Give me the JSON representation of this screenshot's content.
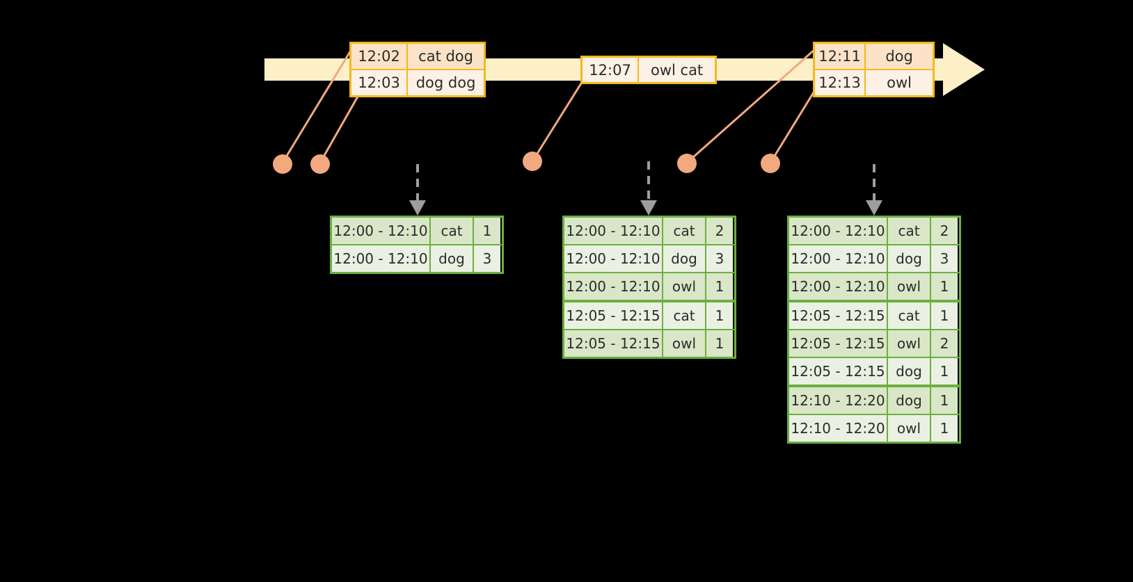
{
  "timeline": {
    "name": "event-stream-timeline",
    "bar_color": "#FDEFC8",
    "border_color": "#F5B81D",
    "events": [
      {
        "group": "group-1",
        "rows": [
          {
            "time": "12:02",
            "words": "cat dog"
          },
          {
            "time": "12:03",
            "words": "dog dog"
          }
        ]
      },
      {
        "group": "group-2",
        "rows": [
          {
            "time": "12:07",
            "words": "owl cat"
          }
        ]
      },
      {
        "group": "group-3",
        "rows": [
          {
            "time": "12:11",
            "words": "dog"
          },
          {
            "time": "12:13",
            "words": "owl"
          }
        ]
      }
    ]
  },
  "markers": {
    "color": "#F2A97E",
    "count": 5
  },
  "results": {
    "accent": "#6BB03F",
    "tables": [
      {
        "name": "result-table-1",
        "rows": [
          {
            "window": "12:00 - 12:10",
            "key": "cat",
            "count": "1",
            "band": "a"
          },
          {
            "window": "12:00 - 12:10",
            "key": "dog",
            "count": "3",
            "band": "b"
          }
        ]
      },
      {
        "name": "result-table-2",
        "rows": [
          {
            "window": "12:00 - 12:10",
            "key": "cat",
            "count": "2",
            "band": "a"
          },
          {
            "window": "12:00 - 12:10",
            "key": "dog",
            "count": "3",
            "band": "b"
          },
          {
            "window": "12:00 - 12:10",
            "key": "owl",
            "count": "1",
            "band": "a",
            "sep": true
          },
          {
            "window": "12:05 - 12:15",
            "key": "cat",
            "count": "1",
            "band": "b"
          },
          {
            "window": "12:05 - 12:15",
            "key": "owl",
            "count": "1",
            "band": "a"
          }
        ]
      },
      {
        "name": "result-table-3",
        "rows": [
          {
            "window": "12:00 - 12:10",
            "key": "cat",
            "count": "2",
            "band": "a"
          },
          {
            "window": "12:00 - 12:10",
            "key": "dog",
            "count": "3",
            "band": "b"
          },
          {
            "window": "12:00 - 12:10",
            "key": "owl",
            "count": "1",
            "band": "a",
            "sep": true
          },
          {
            "window": "12:05 - 12:15",
            "key": "cat",
            "count": "1",
            "band": "b"
          },
          {
            "window": "12:05 - 12:15",
            "key": "owl",
            "count": "2",
            "band": "a"
          },
          {
            "window": "12:05 - 12:15",
            "key": "dog",
            "count": "1",
            "band": "b",
            "sep": true
          },
          {
            "window": "12:10 - 12:20",
            "key": "dog",
            "count": "1",
            "band": "a"
          },
          {
            "window": "12:10 - 12:20",
            "key": "owl",
            "count": "1",
            "band": "b"
          }
        ]
      }
    ]
  }
}
